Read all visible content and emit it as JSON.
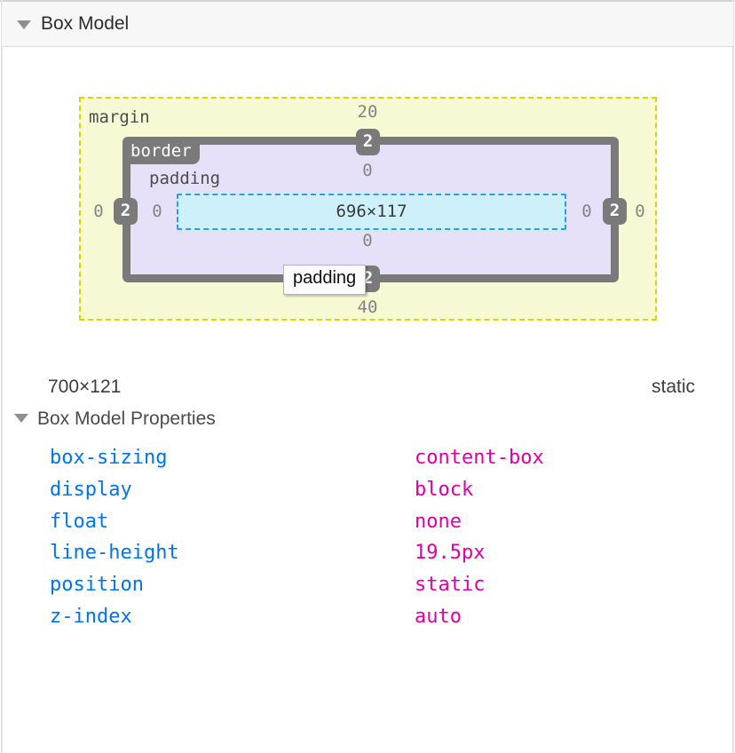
{
  "header": {
    "title": "Box Model"
  },
  "box_model": {
    "labels": {
      "margin": "margin",
      "border": "border",
      "padding": "padding"
    },
    "content_size": "696×117",
    "values": {
      "margin_top": "20",
      "margin_right": "0",
      "margin_bottom": "40",
      "margin_left": "0",
      "border_top": "2",
      "border_right": "2",
      "border_bottom": "2",
      "border_left": "2",
      "padding_top": "0",
      "padding_right": "0",
      "padding_bottom": "0",
      "padding_left": "0"
    },
    "tooltip": "padding",
    "colors": {
      "margin_fill": "#f6f9d4",
      "margin_dash": "#d2da00",
      "border_fill": "#7a7a7a",
      "padding_fill": "#e6e0f8",
      "content_fill": "#cdf0fb",
      "content_dash": "#25a3e0",
      "property_name": "#0074e8",
      "property_value": "#dd00a9"
    }
  },
  "summary": {
    "dimensions": "700×121",
    "position": "static"
  },
  "properties": {
    "title": "Box Model Properties",
    "items": [
      {
        "name": "box-sizing",
        "value": "content-box"
      },
      {
        "name": "display",
        "value": "block"
      },
      {
        "name": "float",
        "value": "none"
      },
      {
        "name": "line-height",
        "value": "19.5px"
      },
      {
        "name": "position",
        "value": "static"
      },
      {
        "name": "z-index",
        "value": "auto"
      }
    ]
  }
}
